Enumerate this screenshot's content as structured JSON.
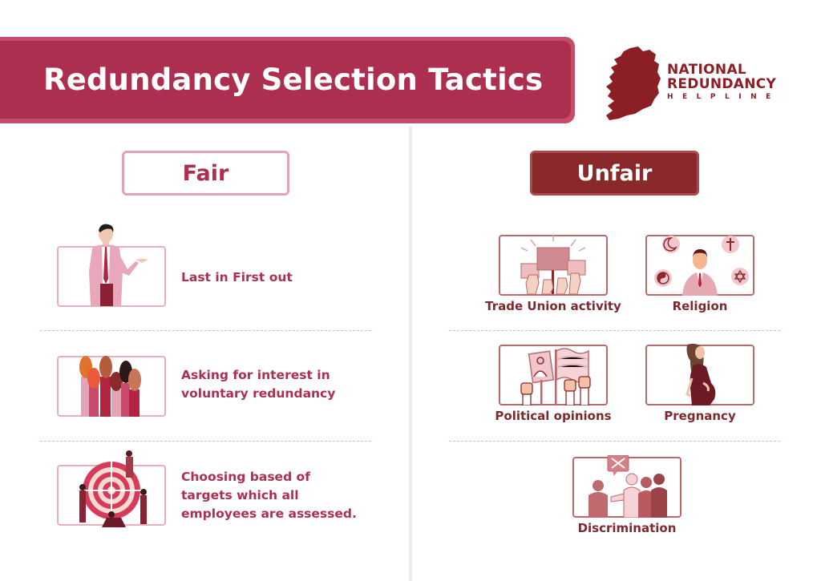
{
  "header": {
    "title": "Redundancy Selection Tactics"
  },
  "logo": {
    "line1": "NATIONAL",
    "line2": "REDUNDANCY",
    "line3": "HELPLINE",
    "icon": "ireland-map-icon"
  },
  "colors": {
    "title_banner": "#ad2f4f",
    "fair_accent": "#ad2f4f",
    "unfair_accent": "#8b282b",
    "logo": "#8c1f26"
  },
  "fair": {
    "heading": "Fair",
    "items": [
      {
        "label_lines": [
          "Last in First out"
        ],
        "icon": "businessman-presenting-icon"
      },
      {
        "label_lines": [
          "Asking for interest in",
          "voluntary redundancy"
        ],
        "icon": "raised-hands-icon"
      },
      {
        "label_lines": [
          "Choosing based of",
          "targets which all",
          "employees are assessed."
        ],
        "icon": "target-team-icon"
      }
    ]
  },
  "unfair": {
    "heading": "Unfair",
    "items": [
      {
        "label": "Trade Union activity",
        "icon": "protest-signs-icon"
      },
      {
        "label": "Religion",
        "icon": "religion-symbols-icon"
      },
      {
        "label": "Political opinions",
        "icon": "political-flag-icon"
      },
      {
        "label": "Pregnancy",
        "icon": "pregnant-woman-icon"
      },
      {
        "label": "Discrimination",
        "icon": "discrimination-group-icon"
      }
    ]
  }
}
